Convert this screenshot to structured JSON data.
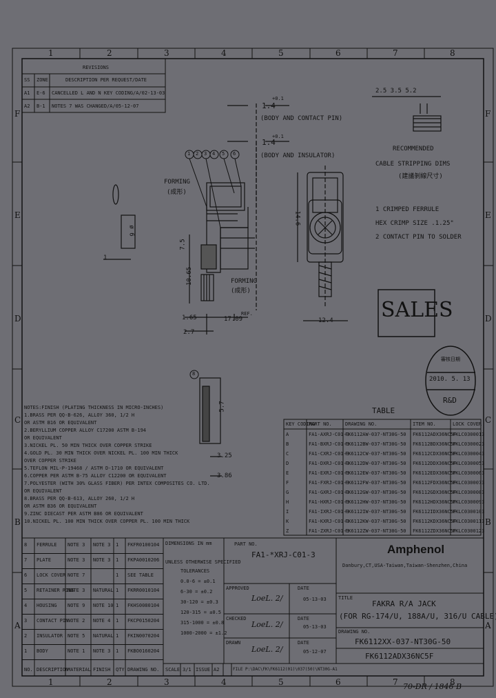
{
  "zones_top": [
    "1",
    "2",
    "3",
    "4",
    "5",
    "6",
    "7",
    "8"
  ],
  "zones_bottom": [
    "1",
    "2",
    "3",
    "4",
    "5",
    "6",
    "7",
    "8"
  ],
  "zones_left": [
    "F",
    "E",
    "D",
    "C",
    "B",
    "A"
  ],
  "zones_right": [
    "F",
    "E",
    "D",
    "C",
    "B",
    "A"
  ],
  "revisions": {
    "title": "REVISIONS",
    "headers": [
      "SS",
      "ZONE",
      "DESCRIPTION PER REQUEST/DATE"
    ],
    "rows": [
      [
        "A1",
        "E-6",
        "CANCELLED L AND N KEY CODING/A/02-13-03"
      ],
      [
        "A2",
        "B-1",
        "NOTES 7 WAS CHANGED/A/05-12-07"
      ]
    ]
  },
  "dims": {
    "top1_tol": "+0.1",
    "top1": "1.4",
    "top1_note": "(BODY AND CONTACT PIN)",
    "top2_tol": "+0.1",
    "top2": "1.4",
    "top2_note": "(BODY AND INSULATOR)",
    "forming1": "FORMING",
    "forming1_cn": "(成形)",
    "forming2": "FORMING",
    "forming2_cn": "(成形)",
    "d_1065": "10.65",
    "d_75": "7.5",
    "d_165": "1.65",
    "d_1709": "17.09",
    "ref": "REF.",
    "d_27": "2.7",
    "d_124": "12.4",
    "d_146": "14.6",
    "d_325": "3.25",
    "d_386": "3.86",
    "d_57": "5.7",
    "d_1": "1",
    "strip": "2.5  3.5  5.2",
    "side_view": "ø 6"
  },
  "balloons": [
    "1",
    "2",
    "3",
    "4",
    "5",
    "6"
  ],
  "balloon_c": "8",
  "strip_note": [
    "RECOMMENDED",
    "CABLE STRIPPING DIMS",
    "(建議剝線尺寸)"
  ],
  "assembly_notes": [
    "1 CRIMPED FERRULE",
    "  HEX CRIMP SIZE .1.25\"",
    "2 CONTACT PIN TO SOLDER"
  ],
  "stamp": {
    "sales": "SALES",
    "date": "2010. 5. 13",
    "dept": "R&D",
    "top": "審核日期"
  },
  "notes": [
    "NOTES:FINISH (PLATING THICKNESS IN MICRO-INCHES)",
    "1.BRASS PER QQ-B-626, ALLOY 360, 1/2 H",
    "  OR ASTM B16 OR EQUIVALENT",
    "2.BERYLLIUM COPPER ALLOY C17200 ASTM B-194",
    "  OR EQUIVALENT",
    "3.NICKEL PL. 50 MIN THICK OVER COPPER STRIKE",
    "4.GOLD PL. 30 MIN THICK OVER NICKEL PL. 100 MIN THICK",
    "  OVER COPPER STRIKE",
    "5.TEFLON MIL-P-19468 / ASTM D-1710 OR EQUIVALENT",
    "6.COPPER PER ASTM B-75 ALLOY C12200 OR EQUIVALENT",
    "7.POLYESTER (WITH 30% GLASS FIBER) PER INTEX COMPOSITES CO. LTD.",
    "  OR EQUIVALENT",
    "8.BRASS PER QQ-B-613, ALLOY 260, 1/2 H",
    "  OR ASTM B36 OR EQUIVALENT",
    "9.ZINC DIECAST PER ASTM B86 OR EQUIVALENT",
    "10.NICKEL PL. 100 MIN THICK OVER COPPER PL. 100 MIN THICK"
  ],
  "table": {
    "title": "TABLE",
    "headers": [
      "KEY CODING",
      "PART NO.",
      "DRAWING NO.",
      "ITEM NO.",
      "LOCK COVER"
    ],
    "rows": [
      [
        "A",
        "FA1-AXRJ-C01-3",
        "FK6112AW-037-NT30G-50",
        "FK6112ADX36NC5F",
        "FKLC0300013"
      ],
      [
        "B",
        "FA1-BXRJ-C01-3",
        "FK6112BW-037-NT30G-50",
        "FK6112BDX36NC5F",
        "FKLC0300023"
      ],
      [
        "C",
        "FA1-CXRJ-C01-3",
        "FK6112CW-037-NT30G-50",
        "FK6112CDX36NC5F",
        "FKLC0300043"
      ],
      [
        "D",
        "FA1-DXRJ-C01-3",
        "FK6112DW-037-NT30G-50",
        "FK6112DDX36NC5F",
        "FKLC0300053"
      ],
      [
        "E",
        "FA1-EXRJ-C01-3",
        "FK6112EW-037-NT30G-50",
        "FK6112EDX36NC5F",
        "FKLC0300063"
      ],
      [
        "F",
        "FA1-FXRJ-C01-3",
        "FK6112FW-037-NT30G-50",
        "FK6112FDX36NC5F",
        "FKLC0300073"
      ],
      [
        "G",
        "FA1-GXRJ-C01-3",
        "FK6112GW-037-NT30G-50",
        "FK6112GDX36NC5F",
        "FKLC0300083"
      ],
      [
        "H",
        "FA1-HXRJ-C01-3",
        "FK6112HW-037-NT30G-50",
        "FK6112HDX36NC5F",
        "FKLC0300093"
      ],
      [
        "I",
        "FA1-IXRJ-C01-3",
        "FK6112IW-037-NT30G-50",
        "FK6112IDX36NC5F",
        "FKLC0300103"
      ],
      [
        "K",
        "FA1-KXRJ-C01-3",
        "FK6112KW-037-NT30G-50",
        "FK6112KDX36NC5F",
        "FKLC0300113"
      ],
      [
        "Z",
        "FA1-ZXRJ-C01-3",
        "FK6112ZW-037-NT30G-50",
        "FK6112ZDX36NC5F",
        "FKLC0300123"
      ]
    ]
  },
  "bom": {
    "headers": [
      "NO.",
      "DESCRIPTION",
      "MATERIAL",
      "FINISH",
      "QTY",
      "DRAWING NO."
    ],
    "rows": [
      [
        "8",
        "FERRULE",
        "NOTE 3",
        "NOTE 3",
        "1",
        "FKFR0100104"
      ],
      [
        "7",
        "PLATE",
        "NOTE 3",
        "NOTE 3",
        "1",
        "FKPA0010206"
      ],
      [
        "6",
        "LOCK COVER",
        "NOTE 7",
        "",
        "1",
        "SEE TABLE"
      ],
      [
        "5",
        "RETAINER RING",
        "NOTE 3",
        "NATURAL",
        "1",
        "FKRR0010104"
      ],
      [
        "4",
        "HOUSING",
        "NOTE 9",
        "NOTE 10",
        "1",
        "FKHS0080104"
      ],
      [
        "3",
        "CONTACT PIN",
        "NOTE 2",
        "NOTE 4",
        "1",
        "FKCP0150204"
      ],
      [
        "2",
        "INSULATOR",
        "NOTE 5",
        "NATURAL",
        "1",
        "FKIN0070204"
      ],
      [
        "1",
        "BODY",
        "NOTE 1",
        "NOTE 3",
        "1",
        "FKBO0160204"
      ]
    ]
  },
  "title_block": {
    "dim_note": "DIMENSIONS IN mm",
    "unless": "UNLESS OTHERWISE SPECIFIED",
    "tol_title": "TOLERANCES",
    "tols": [
      "0.0-6 = ±0.1",
      "6-30 = ±0.2",
      "30-120 = ±0.3",
      "120-315 = ±0.5",
      "315-1000 = ±0.8",
      "1000-2000 = ±1.2"
    ],
    "part_no_label": "PART NO.",
    "part_no": "FA1-*XRJ-C01-3",
    "approved": "APPROVED",
    "checked": "CHECKED",
    "drawn": "DRAWN",
    "date_label": "DATE",
    "date1": "05-13-03",
    "date2": "05-13-03",
    "date3": "05-12-07",
    "company": "Amphenol",
    "locations": "Danbury,CT,USA-Taiwan,Taiwan-Shenzhen,China",
    "title_label": "TITLE",
    "title1": "FAKRA R/A JACK",
    "title2": "(FOR RG-174/U, 188A/U, 316/U CABLE)",
    "drawing_no_label": "DRAWING NO.",
    "drawing_no": "FK6112XX-037-NT30G-50",
    "item_no": "FK6112ADX36NC5F",
    "scale_label": "SCALE",
    "scale": "3/1",
    "issue_label": "ISSUE",
    "issue": "A2",
    "file": "FILE P:\\DAC\\FK\\FK6112(01)\\037(50)\\NT30G-A1",
    "signature": "LoeL. 2/"
  },
  "handwriting": "70-DR / 1846 B"
}
